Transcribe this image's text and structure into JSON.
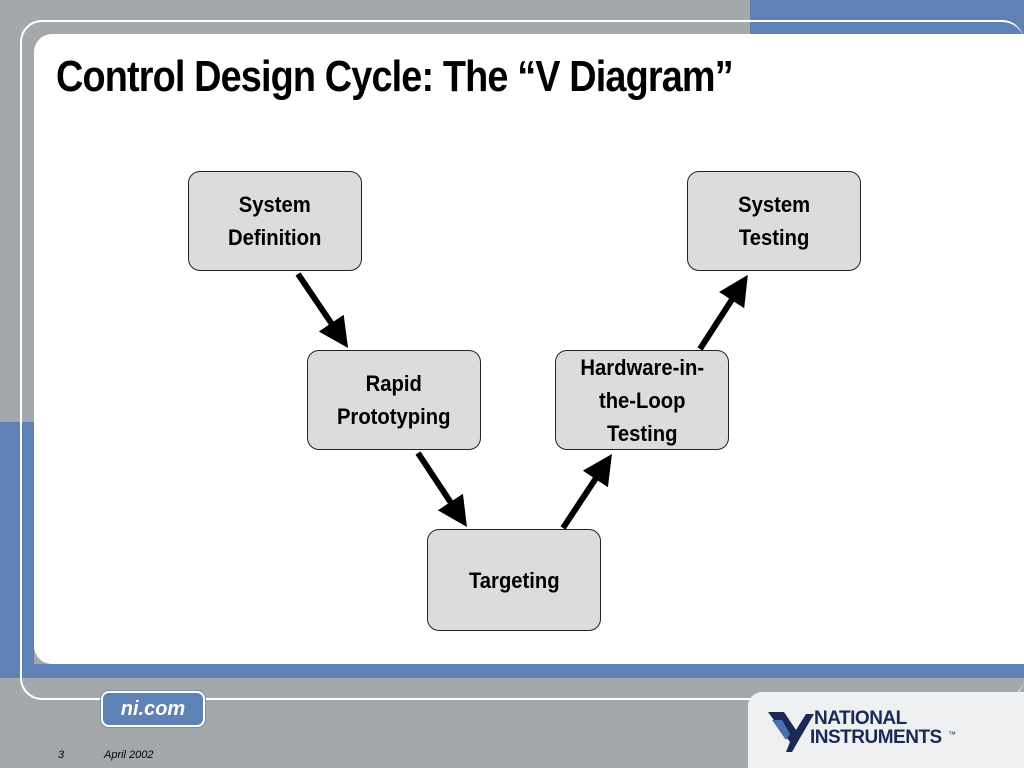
{
  "slide": {
    "title": "Control Design Cycle: The “V Diagram”"
  },
  "diagram": {
    "nodes": [
      {
        "id": "system-definition",
        "label": "System\nDefinition"
      },
      {
        "id": "rapid-prototyping",
        "label": "Rapid\nPrototyping"
      },
      {
        "id": "targeting",
        "label": "Targeting"
      },
      {
        "id": "hardware-in-the-loop-testing",
        "label": "Hardware-in-\nthe-Loop\nTesting"
      },
      {
        "id": "system-testing",
        "label": "System\nTesting"
      }
    ],
    "edges": [
      {
        "from": "system-definition",
        "to": "rapid-prototyping"
      },
      {
        "from": "rapid-prototyping",
        "to": "targeting"
      },
      {
        "from": "targeting",
        "to": "hardware-in-the-loop-testing"
      },
      {
        "from": "hardware-in-the-loop-testing",
        "to": "system-testing"
      }
    ],
    "box_fill": "#dcdcdc"
  },
  "footer": {
    "badge": "ni.com",
    "page_number": "3",
    "date": "April 2002",
    "logo_line1": "NATIONAL",
    "logo_line2": "INSTRUMENTS",
    "logo_trademark": "™"
  },
  "theme": {
    "accent_blue": "#5f82b6",
    "frame_gray": "#a4a8ab"
  }
}
